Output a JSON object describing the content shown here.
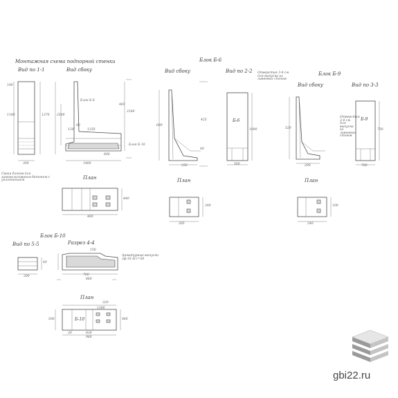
{
  "drawing": {
    "title_montage": "Монтажная схема подпорной стенки",
    "view_1_1": "Вид по 1-1",
    "view_side_left": "Вид сбоку",
    "block_b6_title": "Блок Б-6",
    "view_side_b6": "Вид сбоку",
    "view_2_2": "Вид по 2-2",
    "block_b9_title": "Блок Б-9",
    "view_side_b9": "Вид сбоку",
    "view_3_3": "Вид по 3-3",
    "plan_left": "План",
    "plan_mid": "План",
    "plan_right": "План",
    "block_b10_title": "Блок Б-10",
    "view_5_5": "Вид по 5-5",
    "section_4_4": "Разрез 4-4",
    "plan_bottom": "План",
    "note_seam": "Связи блоков для замоноличивания бетоном с уплотнением",
    "note_opening_b6": "Отверстия 3-4 см для выпуска из ливневых стоков",
    "note_opening_b9": "Отверстия 3-4 см для выпуска из ливневых стоков",
    "note_reinf": "Арматурные выпуски 2ф-16 Al l=58",
    "label_b6": "Блок Б-6",
    "label_b10": "Блок Б-10",
    "inner_b6": "Б-6",
    "inner_b9": "Б-9",
    "inner_b10": "Б-10",
    "dims": {
      "d180": "180",
      "d1180": "1180",
      "d1370": "1370",
      "d2500": "2500",
      "d2160": "2160",
      "d600": "600",
      "d150": "150",
      "d250": "250",
      "d480": "480",
      "d500": "500",
      "d1480": "1480",
      "d680": "680",
      "d1000": "1000",
      "d1150": "1150",
      "d300": "300",
      "d860": "860",
      "d265": "265",
      "d830": "830",
      "d440": "440",
      "d240": "240",
      "d980": "980",
      "d960": "960",
      "d200": "200",
      "d80": "80",
      "d700": "700",
      "d520": "520",
      "d60": "60",
      "d120": "120",
      "d1300": "1300",
      "d465": "465",
      "d425": "425",
      "d100": "100",
      "d40": "40",
      "d20": "20",
      "d320": "320",
      "d590": "590",
      "d750": "750",
      "d760": "760"
    }
  },
  "site_name": "gbi22.ru"
}
